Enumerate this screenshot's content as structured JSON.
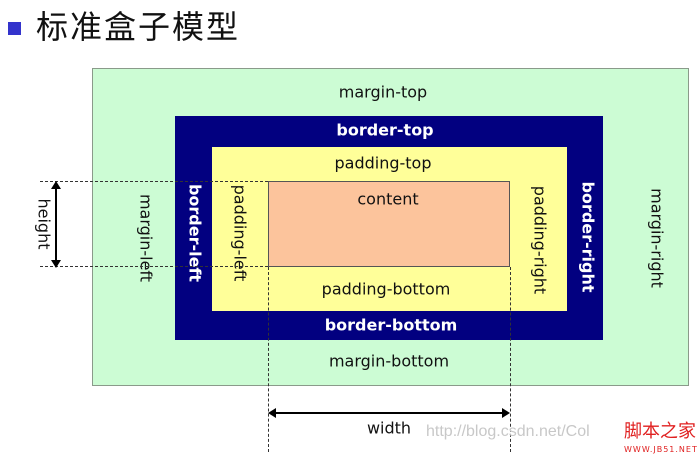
{
  "title": "标准盒子模型",
  "colors": {
    "margin": "#ccfcd4",
    "border": "#020080",
    "padding": "#ffff99",
    "content": "#fcc49c",
    "bullet": "#3333cc"
  },
  "labels": {
    "margin_top": "margin-top",
    "margin_bottom": "margin-bottom",
    "margin_left": "margin-left",
    "margin_right": "margin-right",
    "border_top": "border-top",
    "border_bottom": "border-bottom",
    "border_left": "border-left",
    "border_right": "border-right",
    "padding_top": "padding-top",
    "padding_bottom": "padding-bottom",
    "padding_left": "padding-left",
    "padding_right": "padding-right",
    "content": "content",
    "height": "height",
    "width": "width"
  },
  "watermark": {
    "url": "http://blog.csdn.net/Col",
    "brand": "脚本之家",
    "site": "WWW.JB51.NET"
  }
}
